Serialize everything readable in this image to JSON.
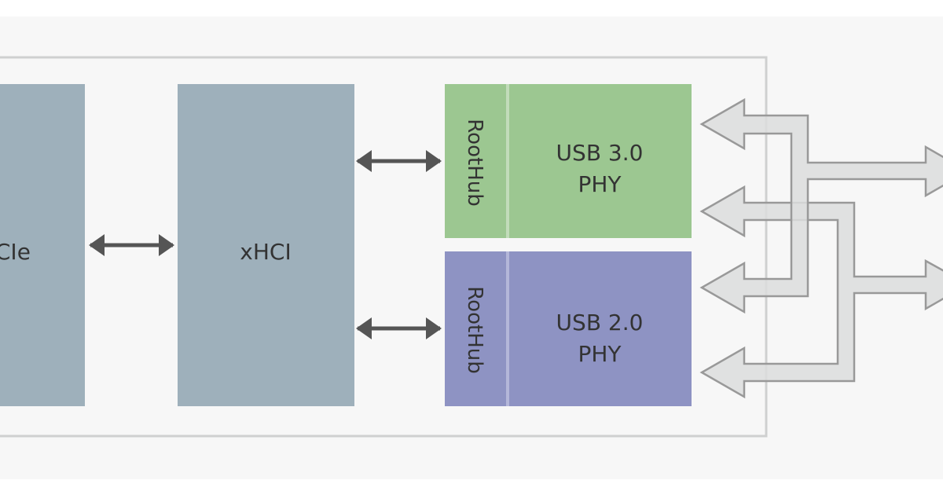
{
  "colors": {
    "background": "#f7f7f7",
    "controller_block": "#9eb0bb",
    "usb3_block": "#9cc791",
    "usb2_block": "#8e93c3",
    "link_arrow": "#555555",
    "port_arrow_fill": "#dcdddd",
    "port_arrow_stroke": "#999999"
  },
  "blocks": {
    "pcie": "PCIe",
    "xhci": "xHCI",
    "usb3": {
      "roothub": "RootHub",
      "line1": "USB 3.0",
      "line2": "PHY"
    },
    "usb2": {
      "roothub": "RootHub",
      "line1": "USB 2.0",
      "line2": "PHY"
    }
  }
}
